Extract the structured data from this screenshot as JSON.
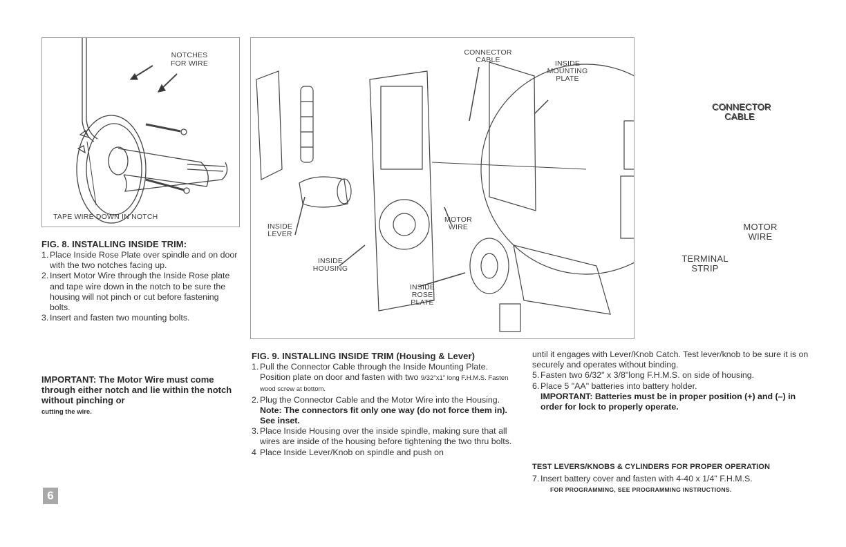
{
  "fig8": {
    "callout_notches": "NOTCHES",
    "callout_for_wire": "FOR WIRE",
    "callout_tape": "TAPE WIRE DOWN IN NOTCH",
    "caption": "FIG. 8. INSTALLING INSIDE TRIM:",
    "steps": [
      {
        "num": "1.",
        "text": "Place Inside Rose Plate over spindle and on door with the two notches facing up."
      },
      {
        "num": "2.",
        "text": "Insert Motor Wire through the Inside Rose plate and tape wire down in the notch to be sure the housing will not pinch or cut before fastening bolts."
      },
      {
        "num": "3.",
        "text": "Insert and fasten two mounting bolts."
      }
    ],
    "important_main": "IMPORTANT: The Motor Wire must come through either notch and lie within the notch without pinching or",
    "important_tail": "cutting the wire."
  },
  "fig9": {
    "callout_connector_cable": "CONNECTOR CABLE",
    "callout_inside_mounting_plate": "INSIDE MOUNTING PLATE",
    "callout_inset_connector_cable": "CONNECTOR CABLE",
    "callout_inside_lever": "INSIDE LEVER",
    "callout_inside_housing": "INSIDE HOUSING",
    "callout_motor_wire": "MOTOR WIRE",
    "callout_inside_rose_plate": "INSIDE ROSE PLATE",
    "callout_inset_motor_wire": "MOTOR WIRE",
    "callout_terminal_strip": "TERMINAL STRIP",
    "caption": "FIG. 9. INSTALLING INSIDE TRIM (Housing & Lever)",
    "step1_a": "Pull the Connector Cable through the Inside Mounting Plate. Position plate on door and fasten with two",
    "step1_b": "9/32\"x1\" long F.H.M.S. Fasten wood screw at bottom.",
    "step2_a": "Plug the Connector Cable and the Motor Wire into the Housing.",
    "step2_b": "Note: The connectors fit only one way (do not force them in). See inset.",
    "step3": "Place Inside Housing over the inside spindle, making sure that all wires are inside of the housing before tightening the two thru bolts.",
    "step4_a": "Place Inside Lever/Knob on spindle and push on",
    "step4_b": "until it engages with Lever/Knob Catch. Test lever/knob to be sure it is on securely and operates without binding.",
    "step5": "Fasten two 6/32\" x 3/8\"long F.H.M.S. on side of housing.",
    "step6": "Place 5 \"AA\" batteries into battery holder.",
    "step6_important": "IMPORTANT: Batteries must be in proper position (+) and (–) in order for lock to properly operate.",
    "test_heading": "TEST LEVERS/KNOBS & CYLINDERS FOR PROPER OPERATION",
    "step7": "Insert battery cover and fasten with 4-40 x 1/4\" F.H.M.S.",
    "prog_note": "FOR PROGRAMMING, SEE PROGRAMMING INSTRUCTIONS."
  },
  "page_number": "6"
}
